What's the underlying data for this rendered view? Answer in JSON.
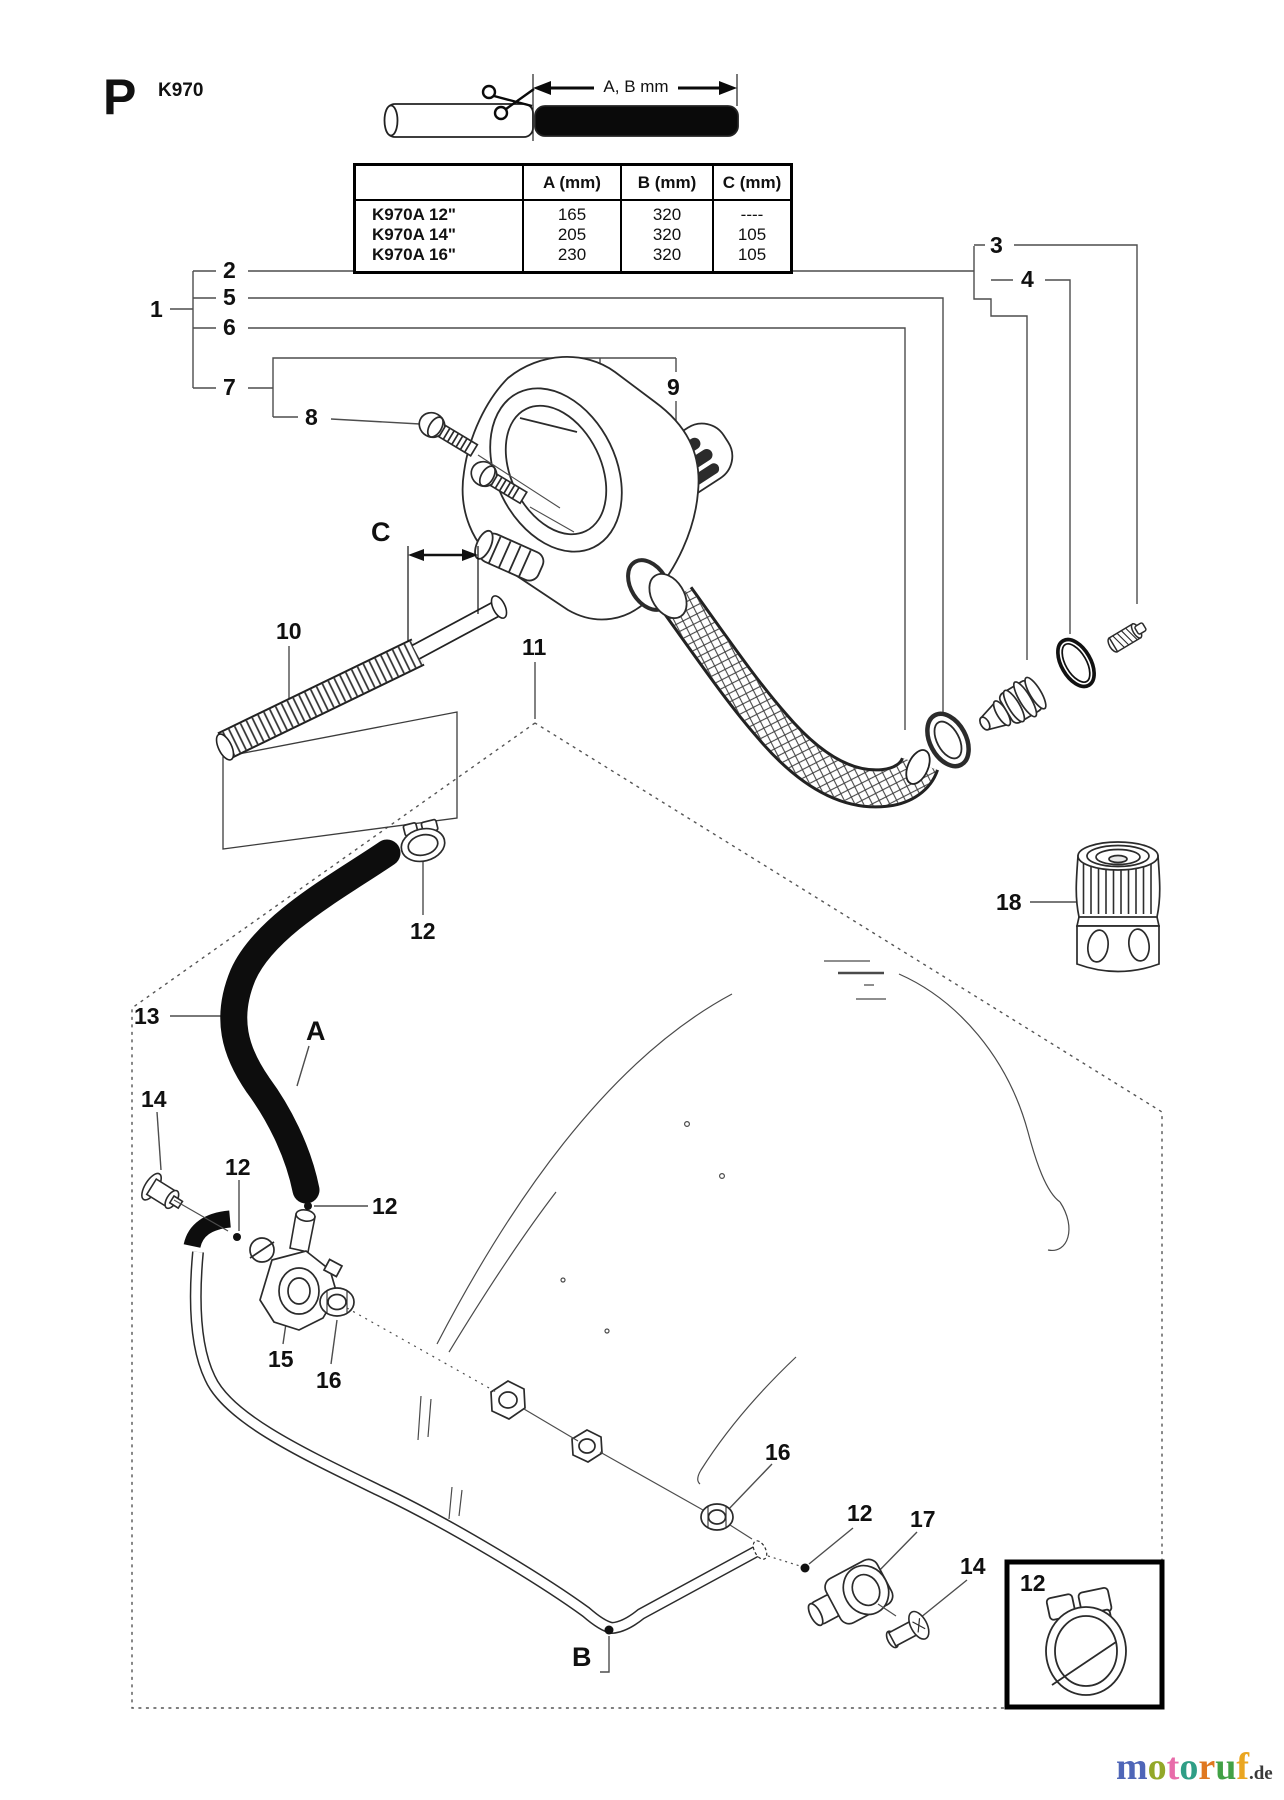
{
  "page": {
    "letter": "P",
    "model": "K970"
  },
  "cut_diagram": {
    "dim_label": "A, B mm"
  },
  "spec_table": {
    "headers": {
      "model": "",
      "a": "A (mm)",
      "b": "B (mm)",
      "c": "C (mm)"
    },
    "rows": [
      {
        "model": "K970A 12\"",
        "a": "165",
        "b": "320",
        "c": "----"
      },
      {
        "model": "K970A 14\"",
        "a": "205",
        "b": "320",
        "c": "105"
      },
      {
        "model": "K970A 16\"",
        "a": "230",
        "b": "320",
        "c": "105"
      }
    ]
  },
  "callouts": {
    "c1": "1",
    "c2": "2",
    "c3": "3",
    "c4": "4",
    "c5": "5",
    "c6": "6",
    "c7": "7",
    "c8": "8",
    "c9": "9",
    "c10": "10",
    "c11": "11",
    "c12": "12",
    "c13": "13",
    "c14": "14",
    "c15": "15",
    "c16": "16",
    "c17": "17",
    "c18": "18"
  },
  "dims": {
    "a": "A",
    "b": "B",
    "c": "C"
  },
  "logo": {
    "letters": [
      {
        "ch": "m",
        "color": "#4f66b8"
      },
      {
        "ch": "o",
        "color": "#93a829"
      },
      {
        "ch": "t",
        "color": "#e86caa"
      },
      {
        "ch": "o",
        "color": "#2f9e86"
      },
      {
        "ch": "r",
        "color": "#e07820"
      },
      {
        "ch": "u",
        "color": "#42a146"
      },
      {
        "ch": "f",
        "color": "#eaa621"
      }
    ],
    "suffix": ".de",
    "suffix_color": "#3a3a3a"
  }
}
